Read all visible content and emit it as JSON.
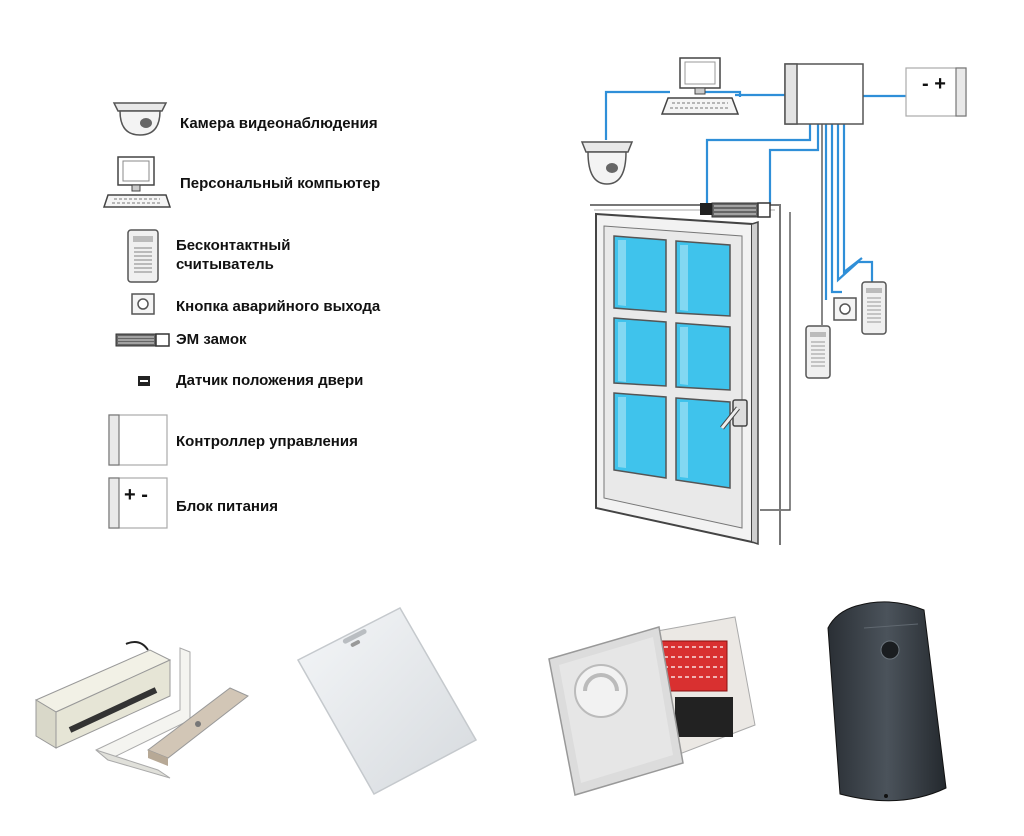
{
  "legend": [
    {
      "icon": "dome-camera-icon",
      "label": "Камера видеонаблюдения"
    },
    {
      "icon": "computer-icon",
      "label": "Персональный компьютер"
    },
    {
      "icon": "card-reader-icon",
      "label_line1": "Бесконтактный",
      "label_line2": "считыватель"
    },
    {
      "icon": "exit-button-icon",
      "label": "Кнопка аварийного выхода"
    },
    {
      "icon": "magnetic-lock-icon",
      "label": "ЭМ замок"
    },
    {
      "icon": "door-sensor-icon",
      "label": "Датчик положения двери"
    },
    {
      "icon": "controller-icon",
      "label": "Контроллер управления"
    },
    {
      "icon": "power-supply-icon",
      "label": "Блок питания",
      "symbol": "+ -"
    }
  ],
  "diagram": {
    "power_supply_symbol": "- +",
    "wire_color": "#2f8fd8",
    "glass_color": "#3fc3ec"
  },
  "products": [
    {
      "icon": "magnetic-lock-photo-icon"
    },
    {
      "icon": "rfid-card-photo-icon"
    },
    {
      "icon": "controller-box-photo-icon"
    },
    {
      "icon": "proximity-reader-photo-icon"
    }
  ]
}
